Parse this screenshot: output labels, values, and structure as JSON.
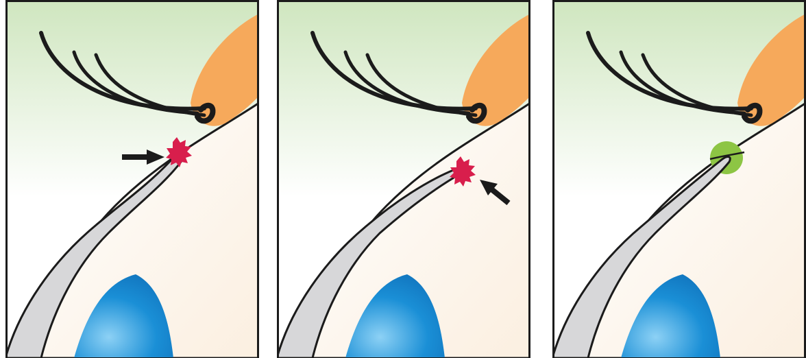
{
  "colors": {
    "background_top": "#cfe6bf",
    "background_bottom": "#ffffff",
    "skin": "#f6a95b",
    "sclera_tint": "#fbefe0",
    "eyelash": "#1b1b1b",
    "outline": "#1b1b1b",
    "cornea": "#1a8fd6",
    "cornea_highlight": "#8dd1f5",
    "instrument": "#d7d7d9",
    "wrong_marker": "#d81e4c",
    "correct_marker": "#8dc544",
    "arrow": "#1b1b1b"
  },
  "panels": [
    {
      "marker": "wrong",
      "marker_color_key": "wrong_marker",
      "arrow": true,
      "icon": "starburst-icon"
    },
    {
      "marker": "wrong",
      "marker_color_key": "wrong_marker",
      "arrow": true,
      "icon": "starburst-icon"
    },
    {
      "marker": "correct",
      "marker_color_key": "correct_marker",
      "arrow": false,
      "icon": "circle-icon"
    }
  ]
}
